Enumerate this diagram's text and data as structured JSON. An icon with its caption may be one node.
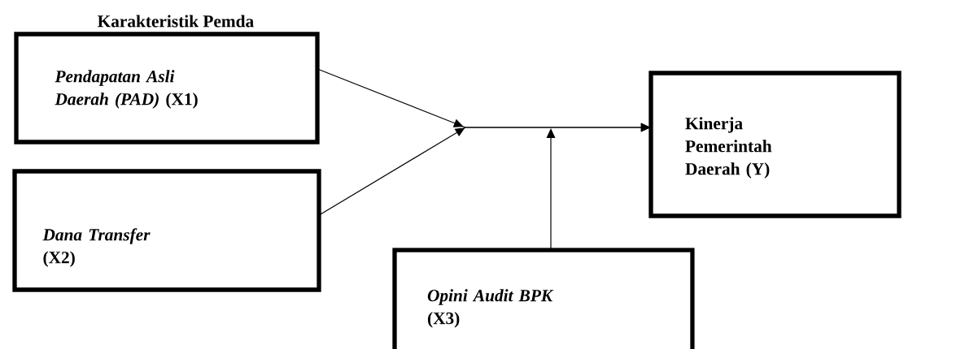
{
  "diagram": {
    "title": "Karakteristik Pemda",
    "nodes": [
      {
        "text": [
          "*Pendapatan Asli Daerah (PAD)* (X1)"
        ]
      },
      {
        "text": [
          "*Dana Transfer* (X2)"
        ]
      },
      {
        "text": [
          "Kinerja Pemerintah Daerah (Y)"
        ]
      },
      {
        "text": [
          "*Opini Audit BPK* (X3)"
        ]
      }
    ],
    "edges": [
      {
        "from": 0,
        "to": 2,
        "arrow": "to"
      },
      {
        "from": 1,
        "to": 2,
        "arrow": "to"
      },
      {
        "from": 3,
        "to": null,
        "arrow": "to"
      }
    ]
  }
}
